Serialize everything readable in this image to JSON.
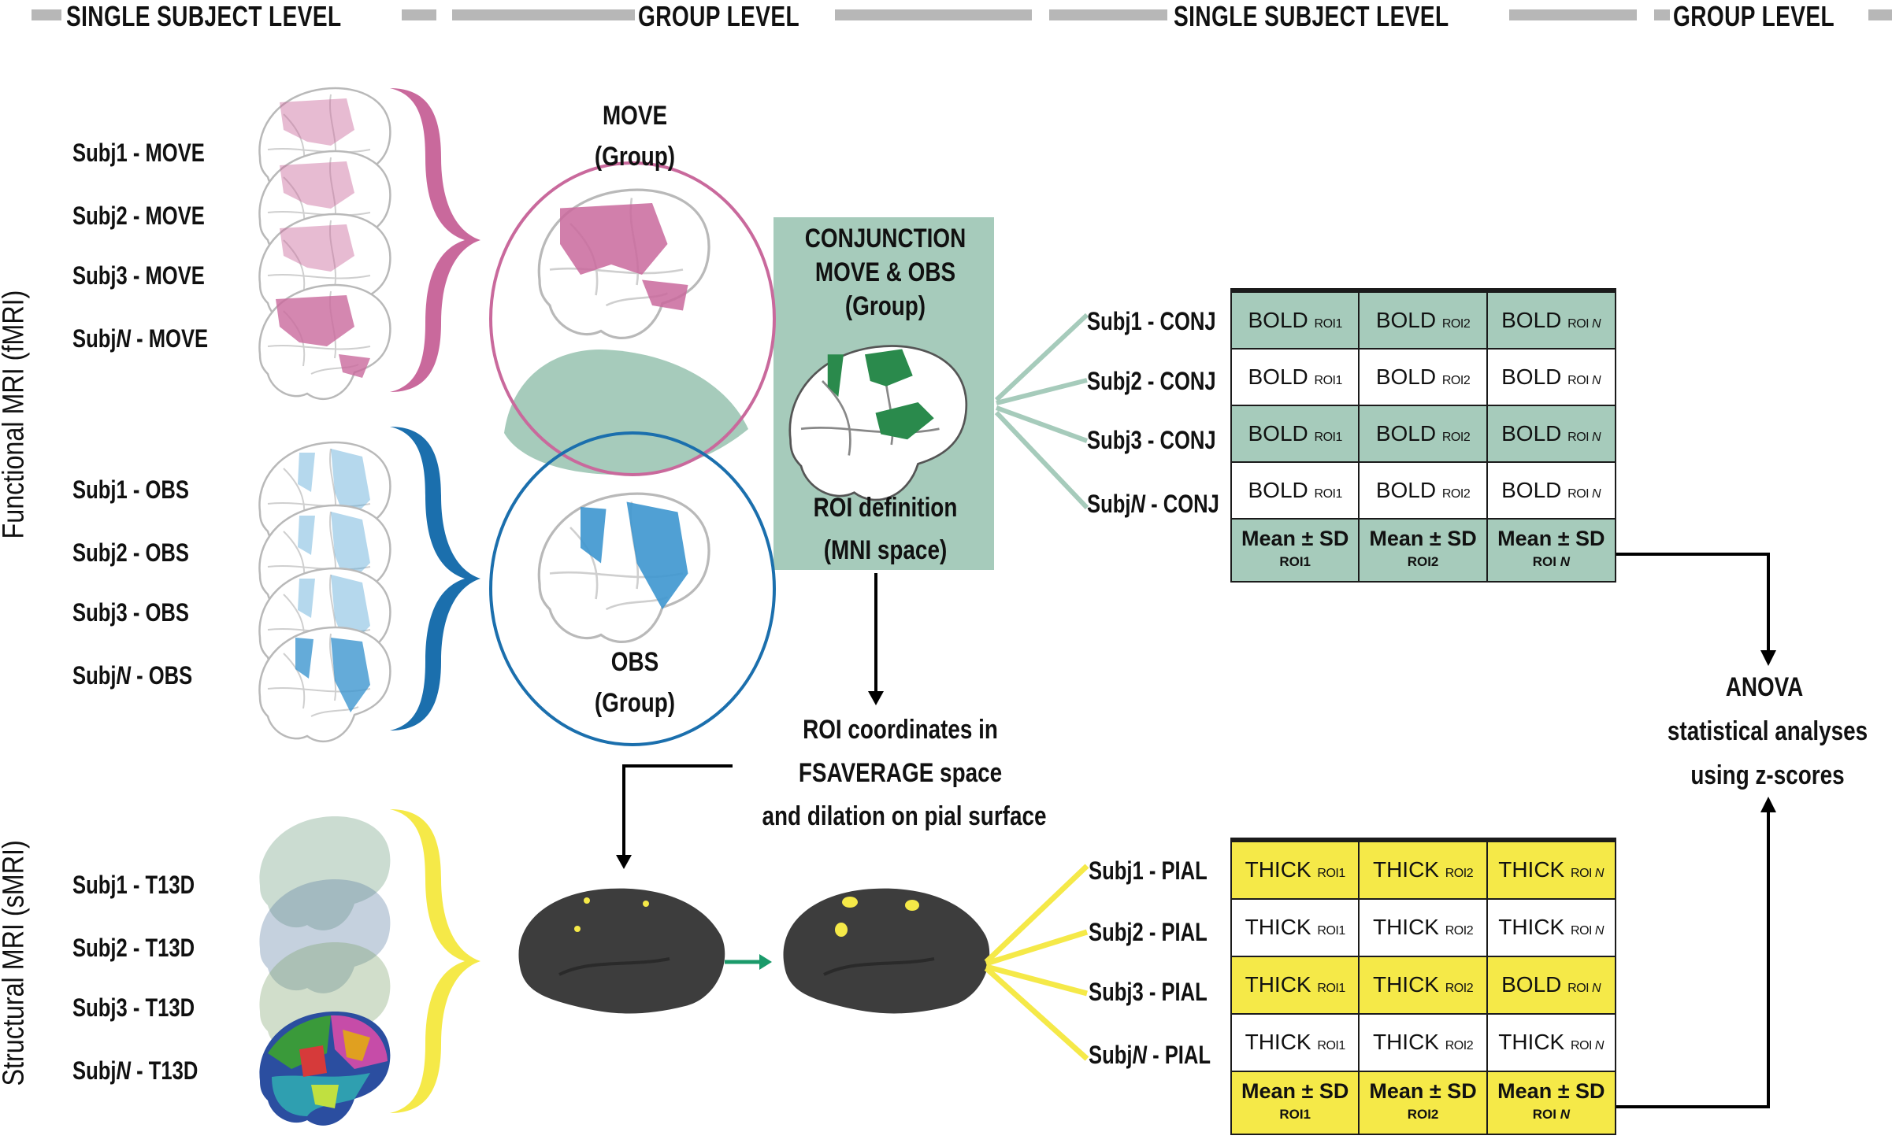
{
  "headers": {
    "single1": "SINGLE SUBJECT LEVEL",
    "group1": "GROUP LEVEL",
    "single2": "SINGLE SUBJECT LEVEL",
    "group2": "GROUP LEVEL"
  },
  "side_labels": {
    "functional": "Functional MRI (fMRI)",
    "structural": "Structural MRI (sMRI)"
  },
  "move_subjects": [
    {
      "pre": "Subj1",
      "post": " - MOVE"
    },
    {
      "pre": "Subj2",
      "post": " - MOVE"
    },
    {
      "pre": "Subj3",
      "post": " - MOVE"
    },
    {
      "pre": "Subj",
      "ital": "N",
      "post": " - MOVE"
    }
  ],
  "obs_subjects": [
    {
      "pre": "Subj1",
      "post": " - OBS"
    },
    {
      "pre": "Subj2",
      "post": " - OBS"
    },
    {
      "pre": "Subj3",
      "post": " - OBS"
    },
    {
      "pre": "Subj",
      "ital": "N",
      "post": " - OBS"
    }
  ],
  "t13d_subjects": [
    {
      "pre": "Subj1",
      "post": " - T13D"
    },
    {
      "pre": "Subj2",
      "post": " - T13D"
    },
    {
      "pre": "Subj3",
      "post": " - T13D"
    },
    {
      "pre": "Subj",
      "ital": "N",
      "post": " - T13D"
    }
  ],
  "group_move": {
    "line1": "MOVE",
    "line2": "(Group)"
  },
  "group_obs": {
    "line1": "OBS",
    "line2": "(Group)"
  },
  "conjunction": {
    "line1": "CONJUNCTION",
    "line2": "MOVE & OBS",
    "line3": "(Group)",
    "roi1": "ROI definition",
    "roi2": "(MNI space)"
  },
  "fsaverage": {
    "line1": "ROI coordinates in",
    "line2": "FSAVERAGE space",
    "line3": "and dilation on pial surface"
  },
  "conj_subjects": [
    {
      "pre": "Subj1",
      "post": " - CONJ"
    },
    {
      "pre": "Subj2",
      "post": " - CONJ"
    },
    {
      "pre": "Subj3",
      "post": " - CONJ"
    },
    {
      "pre": "Subj",
      "ital": "N",
      "post": " - CONJ"
    }
  ],
  "pial_subjects": [
    {
      "pre": "Subj1",
      "post": " - PIAL"
    },
    {
      "pre": "Subj2",
      "post": " - PIAL"
    },
    {
      "pre": "Subj3",
      "post": " - PIAL"
    },
    {
      "pre": "Subj",
      "ital": "N",
      "post": " - PIAL"
    }
  ],
  "bold_table": {
    "rows": [
      [
        {
          "m": "BOLD ",
          "s": "ROI1"
        },
        {
          "m": "BOLD ",
          "s": "ROI2"
        },
        {
          "m": "BOLD ",
          "s": "ROI ",
          "si": "N"
        }
      ],
      [
        {
          "m": "BOLD ",
          "s": "ROI1"
        },
        {
          "m": "BOLD ",
          "s": "ROI2"
        },
        {
          "m": "BOLD ",
          "s": "ROI ",
          "si": "N"
        }
      ],
      [
        {
          "m": "BOLD ",
          "s": "ROI1"
        },
        {
          "m": "BOLD ",
          "s": "ROI2"
        },
        {
          "m": "BOLD ",
          "s": "ROI ",
          "si": "N"
        }
      ],
      [
        {
          "m": "BOLD ",
          "s": "ROI1"
        },
        {
          "m": "BOLD ",
          "s": "ROI2"
        },
        {
          "m": "BOLD ",
          "s": "ROI ",
          "si": "N"
        }
      ]
    ],
    "footer": [
      {
        "m": "Mean ± SD",
        "s": "ROI1"
      },
      {
        "m": "Mean ± SD",
        "s": "ROI2"
      },
      {
        "m": "Mean ± SD",
        "s": "ROI ",
        "si": "N"
      }
    ]
  },
  "thick_table": {
    "rows": [
      [
        {
          "m": "THICK ",
          "s": "ROI1"
        },
        {
          "m": "THICK ",
          "s": "ROI2"
        },
        {
          "m": "THICK ",
          "s": "ROI ",
          "si": "N"
        }
      ],
      [
        {
          "m": "THICK ",
          "s": "ROI1"
        },
        {
          "m": "THICK ",
          "s": "ROI2"
        },
        {
          "m": "THICK ",
          "s": "ROI ",
          "si": "N"
        }
      ],
      [
        {
          "m": "THICK ",
          "s": "ROI1"
        },
        {
          "m": "THICK ",
          "s": "ROI2"
        },
        {
          "m": "BOLD ",
          "s": "ROI ",
          "si": "N"
        }
      ],
      [
        {
          "m": "THICK ",
          "s": "ROI1"
        },
        {
          "m": "THICK ",
          "s": "ROI2"
        },
        {
          "m": "THICK ",
          "s": "ROI ",
          "si": "N"
        }
      ]
    ],
    "footer": [
      {
        "m": "Mean ± SD",
        "s": "ROI1"
      },
      {
        "m": "Mean ± SD",
        "s": "ROI2"
      },
      {
        "m": "Mean ± SD",
        "s": "ROI ",
        "si": "N"
      }
    ]
  },
  "anova": {
    "line1": "ANOVA",
    "line2": "statistical  analyses",
    "line3": "using z-scores"
  },
  "colors": {
    "move": "#c9699c",
    "obs": "#1b6fad",
    "conj_bg": "#a6cbbb",
    "conj_blob": "#2a8a4c",
    "yellow": "#f5e948",
    "surface": "#3d3d3d",
    "header_bar": "#b7b7b7",
    "green_arrow": "#1a9a6a"
  }
}
